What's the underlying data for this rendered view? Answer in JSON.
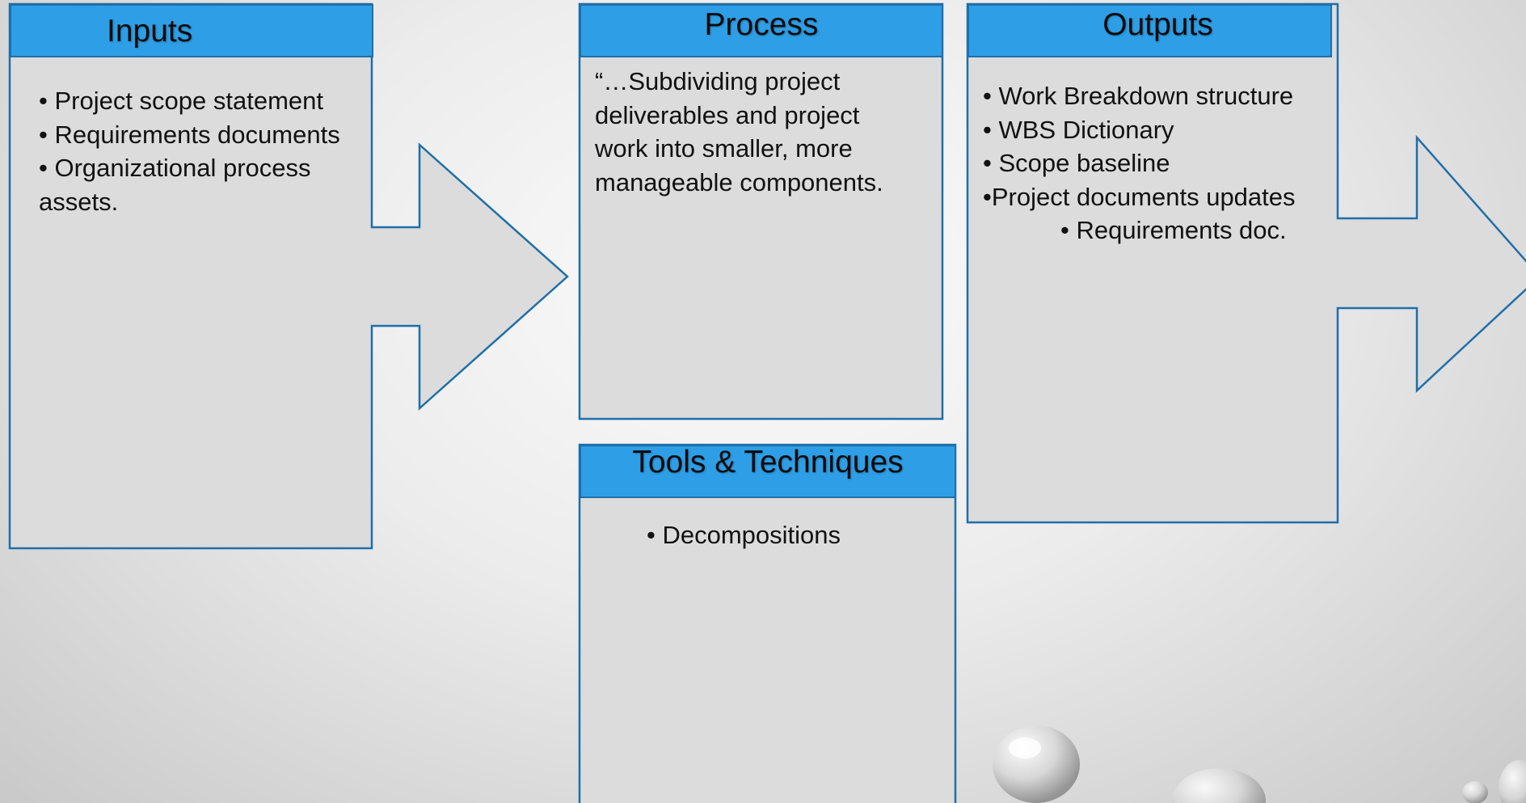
{
  "inputs": {
    "title": "Inputs",
    "items": [
      "• Project scope statement",
      "• Requirements documents",
      "• Organizational process assets."
    ]
  },
  "process": {
    "title": "Process",
    "text": "“…Subdividing project deliverables and project work into smaller, more manageable components."
  },
  "tools": {
    "title": "Tools & Techniques",
    "items": [
      "• Decompositions"
    ]
  },
  "outputs": {
    "title": "Outputs",
    "items": [
      "• Work Breakdown structure",
      "• WBS Dictionary",
      "• Scope baseline",
      "•Project documents updates",
      "• Requirements doc."
    ]
  },
  "colors": {
    "header_fill": "#2e9fe6",
    "border": "#1f6fa8",
    "box_fill": "#dcdcdc"
  }
}
